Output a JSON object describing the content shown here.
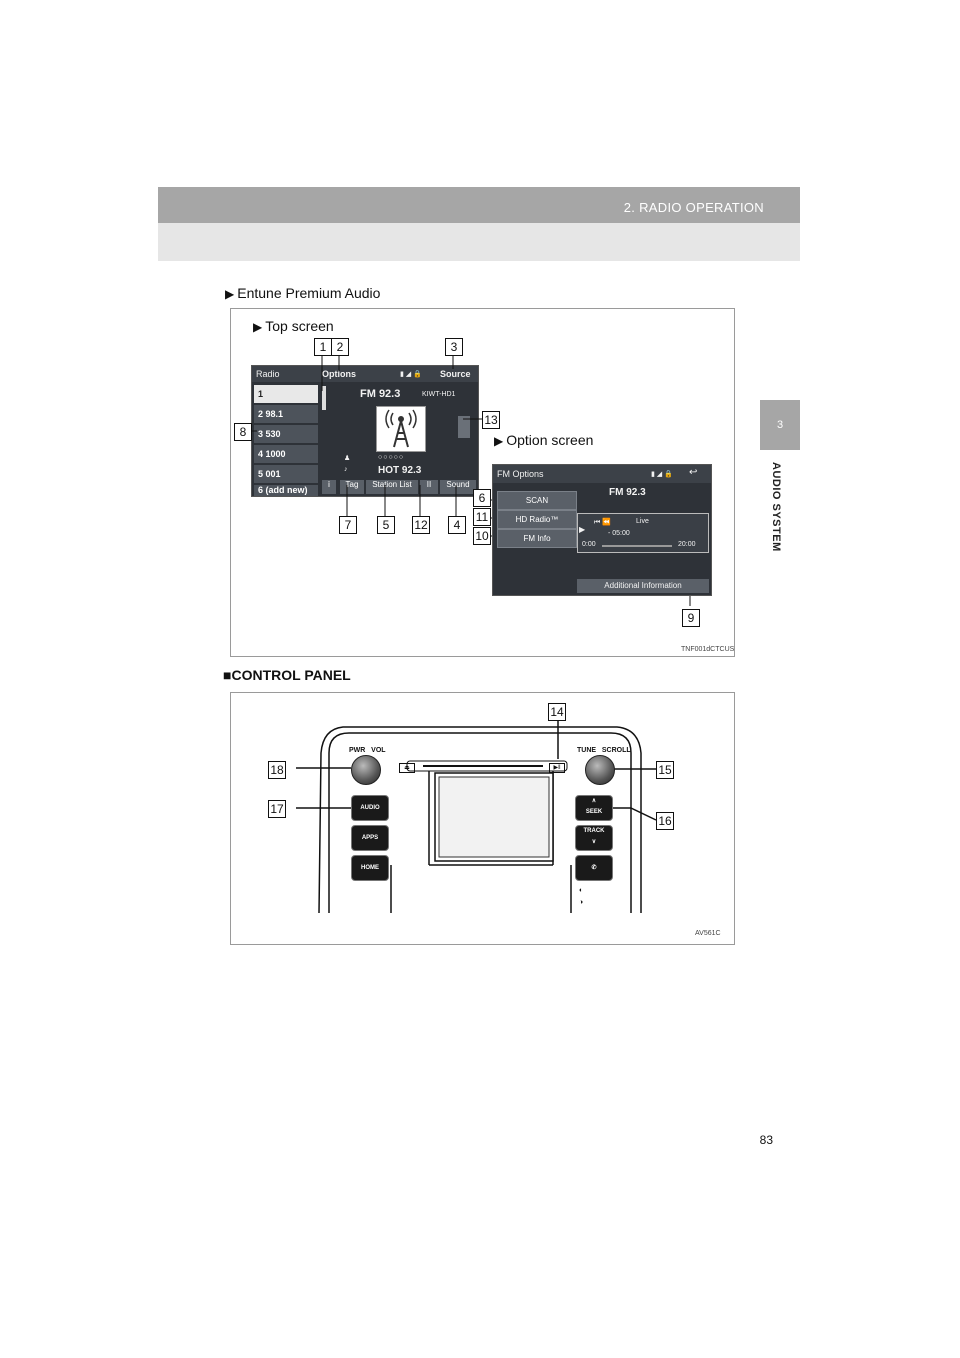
{
  "header": {
    "section": "2. RADIO OPERATION"
  },
  "side_tab": {
    "number": "3",
    "label": "AUDIO SYSTEM"
  },
  "section_title": "Entune Premium Audio",
  "figure1": {
    "top_screen_label": "Top screen",
    "option_screen_label": "Option screen",
    "code": "TNF001dCTCUS",
    "callouts": [
      "1",
      "2",
      "3",
      "4",
      "5",
      "6",
      "7",
      "8",
      "9",
      "10",
      "11",
      "12",
      "13"
    ],
    "top_screen": {
      "title": "Radio",
      "options": "Options",
      "source": "Source",
      "presets": [
        "1",
        "2  98.1",
        "3  530",
        "4  1000",
        "5  001",
        "6  (add new)"
      ],
      "station": "FM 92.3",
      "station_tag": "KIWT-HD1",
      "song": "HOT 92.3",
      "buttons": [
        "Tag",
        "Station List",
        "II",
        "Sound"
      ]
    },
    "option_screen": {
      "title": "FM Options",
      "buttons": [
        "SCAN",
        "HD Radio™",
        "FM Info"
      ],
      "station": "FM 92.3",
      "live": "Live",
      "time_left": "0:00",
      "time_mid": "- 05:00",
      "time_right": "20:00",
      "additional": "Additional Information"
    }
  },
  "control_panel": {
    "title": "CONTROL PANEL",
    "code": "AV561C",
    "callouts": [
      "14",
      "15",
      "16",
      "17",
      "18"
    ],
    "labels": {
      "pwr_vol": "PWR   VOL",
      "tune_scroll": "TUNE   SCROLL",
      "audio": "AUDIO",
      "apps": "APPS",
      "home": "HOME",
      "seek": "SEEK",
      "track": "TRACK"
    }
  },
  "page_number": "83"
}
